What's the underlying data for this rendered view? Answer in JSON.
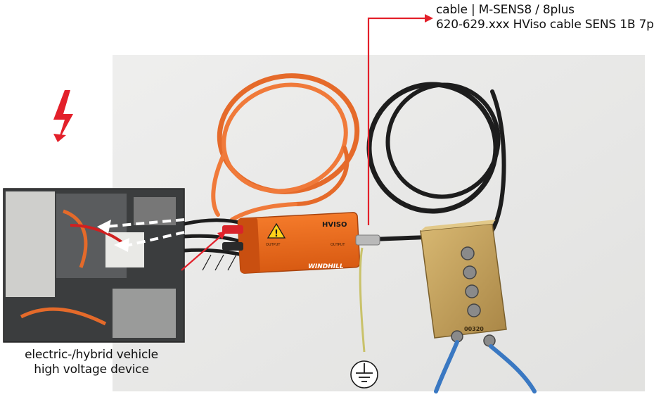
{
  "labels": {
    "cable_line_1": "cable | M-SENS8 / 8plus",
    "cable_line_2": "620-629.xxx HViso cable SENS 1B 7p",
    "vehicle_line_1": "electric-/hybrid vehicle",
    "vehicle_line_2": "high voltage device"
  },
  "device": {
    "name": "HVISO",
    "brand": "WINDHILL",
    "output_label_1": "OUTPUT",
    "output_label_2": "OUTPUT"
  },
  "sensor_box": {
    "label": "00320"
  },
  "icons": {
    "hazard": "lightning-bolt-icon",
    "ground": "ground-symbol-icon",
    "warning": "warning-triangle-icon"
  },
  "colors": {
    "accent_red": "#e3202a",
    "orange_cable": "#f07a3a",
    "device_orange": "#ef6a1e",
    "black_cable": "#1d1d1d",
    "yellow_green_wire": "#c9c26a",
    "box_tan": "#c9a560",
    "blue_cable": "#3a78c2"
  }
}
